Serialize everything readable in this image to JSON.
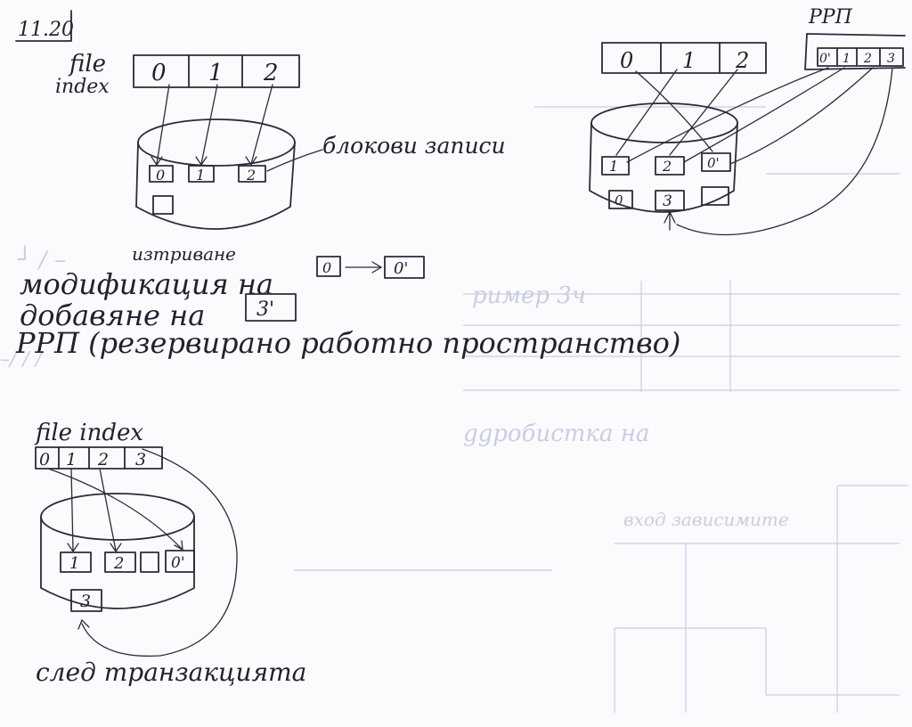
{
  "problem_label": "11.20",
  "top_left": {
    "label_line1": "file",
    "label_line2": "index",
    "index_cells": [
      "0",
      "1",
      "2"
    ],
    "disk_blocks": [
      "0",
      "1",
      "2"
    ],
    "annotation": "блокови записи"
  },
  "top_right": {
    "rrp_label": "РРП",
    "index_cells": [
      "0",
      "1",
      "2"
    ],
    "rrp_cells": [
      "0'",
      "1",
      "2",
      "3"
    ],
    "disk_blocks_row1": [
      "1",
      "2",
      "0'"
    ],
    "disk_blocks_row2": [
      "0",
      "3",
      ""
    ]
  },
  "notes": {
    "above_word": "изтриване",
    "line1": "модификация на",
    "mod_from": "0",
    "mod_to": "0'",
    "line2": "добавяне на",
    "add_box": "3'",
    "line3": "РРП (резервирано работно пространство)"
  },
  "bottom": {
    "label": "file index",
    "index_cells": [
      "0",
      "1",
      "2",
      "3"
    ],
    "disk_blocks": [
      "1",
      "2",
      "",
      "0'"
    ],
    "extra_block": "3",
    "caption": "след транзакцията"
  }
}
